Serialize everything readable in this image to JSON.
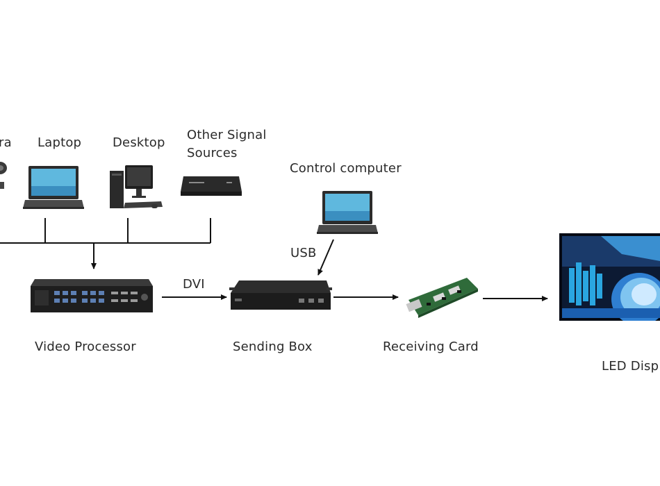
{
  "sources": {
    "camera_label": "ra",
    "laptop_label": "Laptop",
    "desktop_label": "Desktop",
    "other_line1": "Other Signal",
    "other_line2": "Sources"
  },
  "control": {
    "label": "Control computer"
  },
  "connections": {
    "usb_label": "USB",
    "dvi_label": "DVI"
  },
  "devices": {
    "video_processor_label": "Video Processor",
    "sending_box_label": "Sending Box",
    "receiving_card_label": "Receiving Card",
    "led_display_label": "LED Disp"
  },
  "icons": [
    "camera-icon",
    "laptop-icon",
    "desktop-icon",
    "signal-box-icon",
    "control-computer-icon",
    "video-processor-icon",
    "sending-box-icon",
    "receiving-card-icon",
    "led-display-icon"
  ]
}
